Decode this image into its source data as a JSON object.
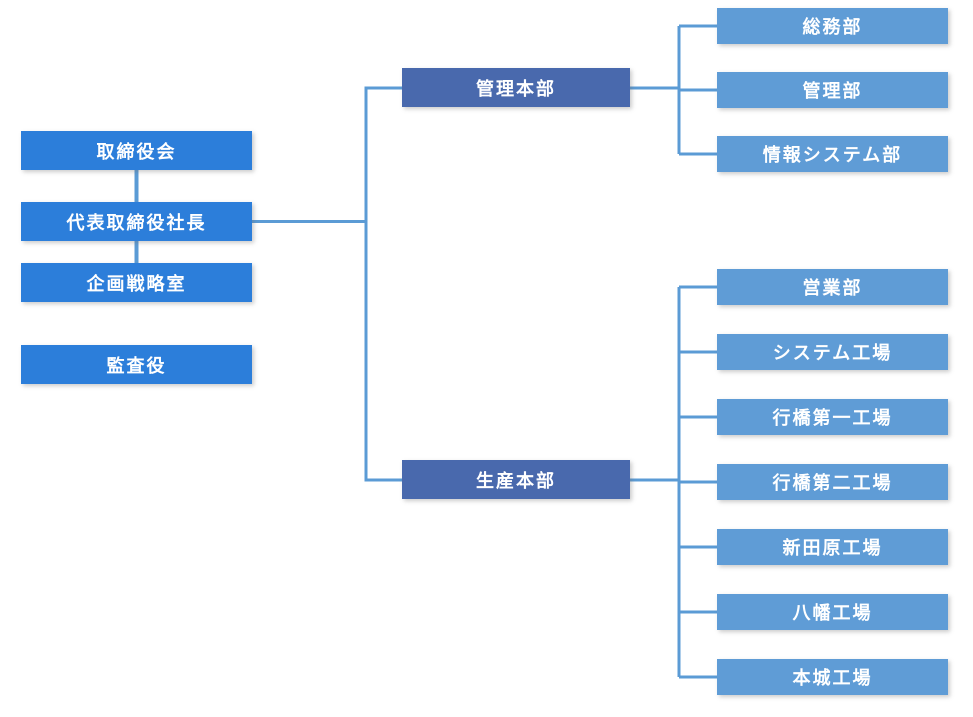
{
  "diagram_type": "organization-chart",
  "colors": {
    "executive_box": "#2C7EDA",
    "division_box": "#4969AD",
    "department_box": "#5F9CD6",
    "connector": "#5B9BD5",
    "text": "#FFFFFF",
    "background": "#FFFFFF"
  },
  "org": {
    "executives": [
      {
        "label": "取締役会"
      },
      {
        "label": "代表取締役社長"
      },
      {
        "label": "企画戦略室"
      },
      {
        "label": "監査役"
      }
    ],
    "divisions": [
      {
        "label": "管理本部",
        "departments": [
          {
            "label": "総務部"
          },
          {
            "label": "管理部"
          },
          {
            "label": "情報システム部"
          }
        ]
      },
      {
        "label": "生産本部",
        "departments": [
          {
            "label": "営業部"
          },
          {
            "label": "システム工場"
          },
          {
            "label": "行橋第一工場"
          },
          {
            "label": "行橋第二工場"
          },
          {
            "label": "新田原工場"
          },
          {
            "label": "八幡工場"
          },
          {
            "label": "本城工場"
          }
        ]
      }
    ]
  }
}
